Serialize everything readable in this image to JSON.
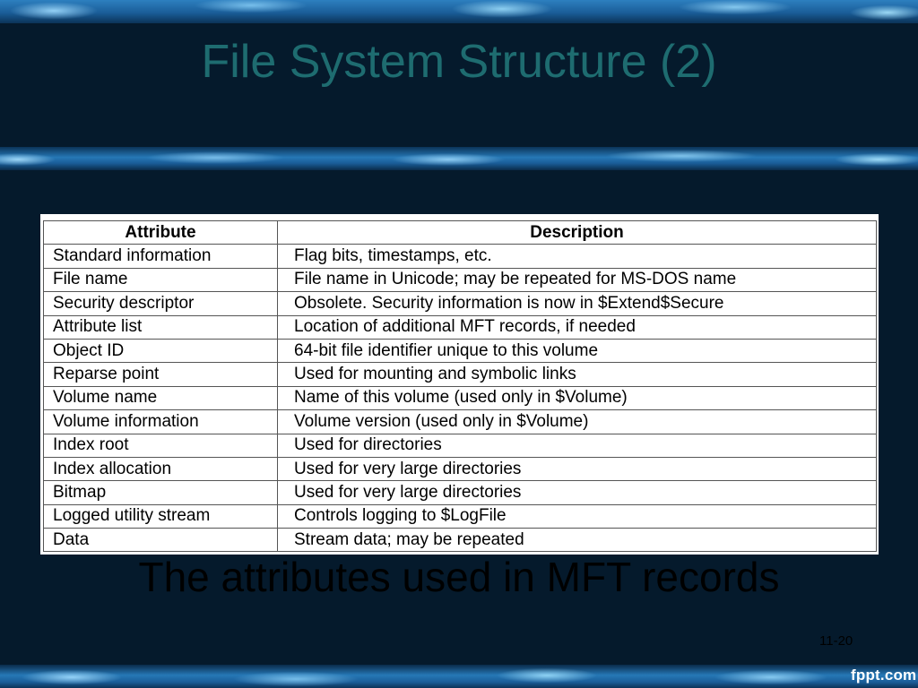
{
  "slide": {
    "title": "File System Structure (2)",
    "caption": "The attributes used in MFT records",
    "slide_number": "11-20",
    "brand": "fppt.com"
  },
  "table": {
    "headers": [
      "Attribute",
      "Description"
    ],
    "rows": [
      [
        "Standard information",
        "Flag bits, timestamps, etc."
      ],
      [
        "File name",
        "File name in Unicode; may be repeated for MS-DOS name"
      ],
      [
        "Security descriptor",
        "Obsolete. Security information is now in $Extend$Secure"
      ],
      [
        "Attribute list",
        "Location of additional MFT records, if needed"
      ],
      [
        "Object ID",
        "64-bit file identifier unique to this volume"
      ],
      [
        "Reparse point",
        "Used for mounting and symbolic links"
      ],
      [
        "Volume name",
        "Name of this volume (used only in $Volume)"
      ],
      [
        "Volume information",
        "Volume version (used only in $Volume)"
      ],
      [
        "Index root",
        "Used for directories"
      ],
      [
        "Index allocation",
        "Used for very large directories"
      ],
      [
        "Bitmap",
        "Used for very large directories"
      ],
      [
        "Logged utility stream",
        "Controls logging to $LogFile"
      ],
      [
        "Data",
        "Stream data; may be repeated"
      ]
    ]
  },
  "colors": {
    "background": "#051a2c",
    "title": "#1e6c70",
    "band": "#2678b6",
    "table_background": "#ffffff"
  }
}
